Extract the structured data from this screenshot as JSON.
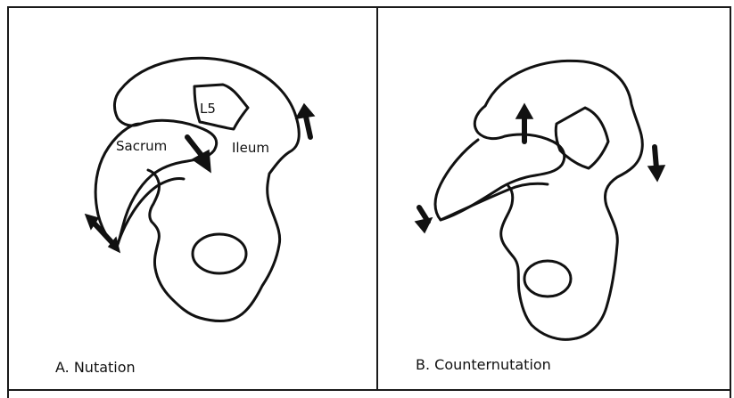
{
  "panels": [
    {
      "id": "A",
      "caption": "A. Nutation",
      "labels": {
        "vertebra": "L5",
        "sacrum": "Sacrum",
        "ileum": "Ileum"
      }
    },
    {
      "id": "B",
      "caption": "B. Counternutation"
    }
  ]
}
